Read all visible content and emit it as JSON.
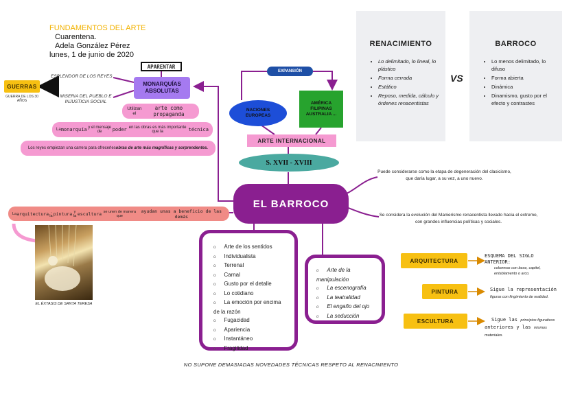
{
  "header": {
    "title": "FUNDAMENTOS DEL ARTE",
    "line1": "Cuarentena.",
    "line2": "Adela González Pérez",
    "line3": "lunes, 1 de junio de 2020"
  },
  "left": {
    "splendor": "ESPLENDOR DE LOS REYES",
    "misery": "MISERIA DEL PUEBLO E INJUSTICIA SOCIAL",
    "guerras": "GUERRAS",
    "guerras_sub": "GUERRA DE LOS 30 AÑOS",
    "aparentar": "APARENTAR",
    "monarquias": "MONARQUÍAS ABSOLUTAS",
    "pill1_a": "Utilizan el ",
    "pill1_b": "arte como propaganda",
    "pill2_a": "La ",
    "pill2_b": "monarquía",
    "pill2_c": " y el mensaje de ",
    "pill2_d": "poder",
    "pill2_e": " en las obras es más importante que la ",
    "pill2_f": "técnica",
    "pill3_a": "Los reyes empiezan una carrera para ofrecerles ",
    "pill3_b": "obras de arte más magníficas y sorprendentes."
  },
  "expansion": {
    "label": "EXPANSIÓN",
    "naciones": "NACIONES EUROPEAS",
    "america": "AMÉRICA FILIPINAS AUSTRALIA ...",
    "arte_int": "ARTE INTERNACIONAL",
    "siglos": "S. XVII - XVIII"
  },
  "compare": {
    "renacimiento": {
      "title": "RENACIMIENTO",
      "items": [
        "Lo delimitado, lo lineal, lo plástico",
        "Forma cerrada",
        "Estático",
        "Reposo, medida, cálculo y órdenes renacentistas"
      ]
    },
    "vs": "VS",
    "barroco": {
      "title": "BARROCO",
      "items": [
        "Lo menos delimitado, lo difuso",
        "Forma abierta",
        "Dinámica",
        "Dinamismo, gusto por el efecto y contrastes"
      ]
    }
  },
  "center": {
    "title": "EL BARROCO",
    "note1": "Puede considerarse como la etapa de degeneración del clasicismo, que daría lugar, a su vez, a uno nuevo.",
    "note2": "Se considera la evolución del Manierismo renacentista llevado hacia el extremo, con grandes influencias políticas y sociales."
  },
  "integration": {
    "a": "La ",
    "b": "arquitectura",
    "c": ", la ",
    "d": "pintura",
    "e": " y la ",
    "f": "escultura",
    "g": " se unen de manera que ",
    "h": "ayudan unas a beneficio de las demás"
  },
  "image": {
    "caption": "EL ÉXTASIS DE SANTA TERESA"
  },
  "list1": [
    "Arte de los sentidos",
    "Individualista",
    "Terrenal",
    "Carnal",
    "Gusto por el detalle",
    "Lo cotidiano",
    "La emoción por encima de la razón",
    "Fugacidad",
    "Apariencia",
    "Instantáneo",
    "Fragilidad"
  ],
  "list2": [
    "Arte de la manipulación",
    "La escenografía",
    "La teatralidad",
    "El engaño del ojo",
    "La seducción"
  ],
  "arts": {
    "arq": "ARQUITECTURA",
    "arq_a": "ESQUEMA DEL SIGLO ANTERIOR:",
    "arq_b": "columnas con base, capitel, entablamento o arco.",
    "pin": "PINTURA",
    "pin_a": "Sigue la representación",
    "pin_b": "figuras con fingimiento de realidad.",
    "esc": "ESCULTURA",
    "esc_a": "Sigue las",
    "esc_b": "principios figurativos",
    "esc_c": "anteriores y las",
    "esc_d": "mismos materiales."
  },
  "footer": "NO SUPONE DEMASIADAS NOVEDADES TÉCNICAS RESPETO AL RENACIMIENTO",
  "colors": {
    "purple": "#8a1f90",
    "violet": "#a57af0",
    "pink": "#f59ad1",
    "teal": "#4aa9a0",
    "blue": "#1d4ed8",
    "green": "#27a32e",
    "gold": "#f7c012"
  }
}
